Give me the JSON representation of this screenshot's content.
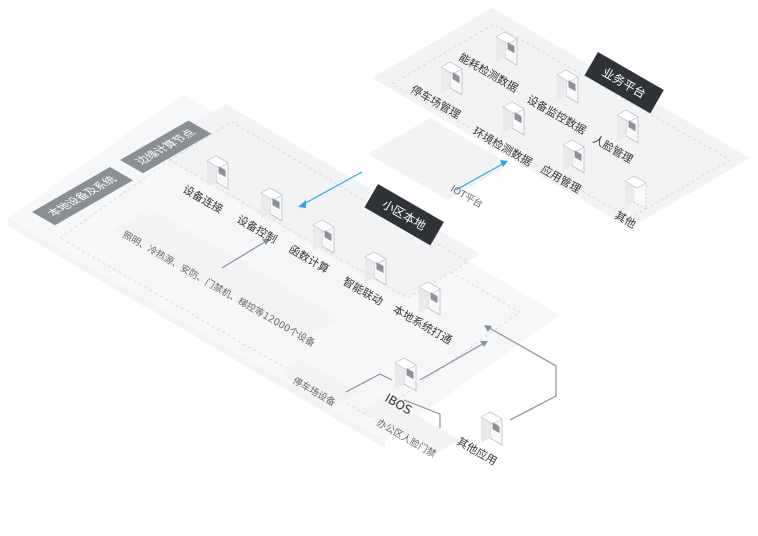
{
  "platform": {
    "title": "业务平台",
    "iot_label": "IOT平台",
    "items": [
      "能耗检测数据",
      "停车场管理",
      "设备监控数据",
      "环境检测数据",
      "人脸管理",
      "应用管理",
      "其他"
    ]
  },
  "edge": {
    "title": "边缘计算节点",
    "local_title": "小区本地",
    "items": [
      "设备连接",
      "设备控制",
      "函数计算",
      "智能联动",
      "本地系统打通"
    ]
  },
  "local": {
    "title": "本地设备及系统",
    "devices_note": "照明、冷热源、安防、门禁机、梯控等12000个设备",
    "parking": "停车场设备",
    "ibos": "IBOS",
    "office": "办公区人脸门禁",
    "other_app": "其他应用"
  }
}
